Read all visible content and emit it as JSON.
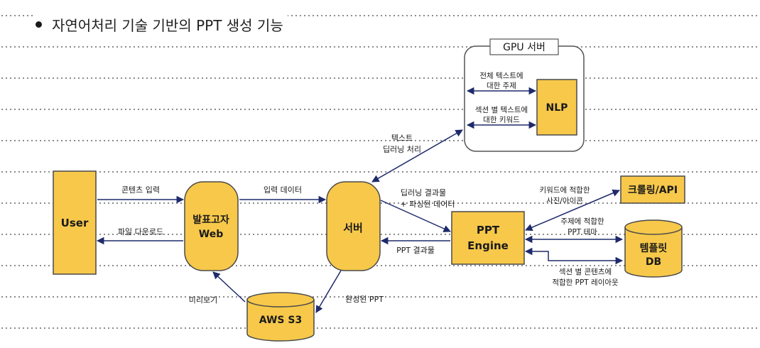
{
  "header": {
    "title": "자연어처리 기술 기반의 PPT 생성 기능"
  },
  "nodes": {
    "user": "User",
    "web_line1": "발표고자",
    "web_line2": "Web",
    "server": "서버",
    "aws": "AWS S3",
    "engine_line1": "PPT",
    "engine_line2": "Engine",
    "gpu_title": "GPU 서버",
    "nlp": "NLP",
    "crawling": "크롤링/API",
    "template_line1": "템플릿",
    "template_line2": "DB"
  },
  "edges": {
    "content_input": "콘텐츠 입력",
    "file_download": "파일 다운로드",
    "input_data": "입력 데이터",
    "text_dl_1": "텍스트",
    "text_dl_2": "딥러닝 처리",
    "dl_result_1": "딥러닝 결과물",
    "dl_result_2": "+ 파싱된 데이터",
    "ppt_result": "PPT 결과물",
    "completed_ppt": "완성된 PPT",
    "preview": "미리보기",
    "nlp_topic_1": "전체 텍스트에",
    "nlp_topic_2": "대한 주제",
    "nlp_kw_1": "섹션 별 텍스트에",
    "nlp_kw_2": "대한 키워드",
    "kw_photo_1": "키워드에 적합한",
    "kw_photo_2": "사진/아이콘",
    "topic_theme_1": "주제에 적합한",
    "topic_theme_2": "PPT 테마",
    "layout_1": "섹션 별 콘텐츠에",
    "layout_2": "적합한 PPT 레이아웃"
  },
  "colors": {
    "node_fill": "#f7c84a",
    "node_stroke": "#4a4a4a",
    "arrow": "#1e2a6a"
  }
}
